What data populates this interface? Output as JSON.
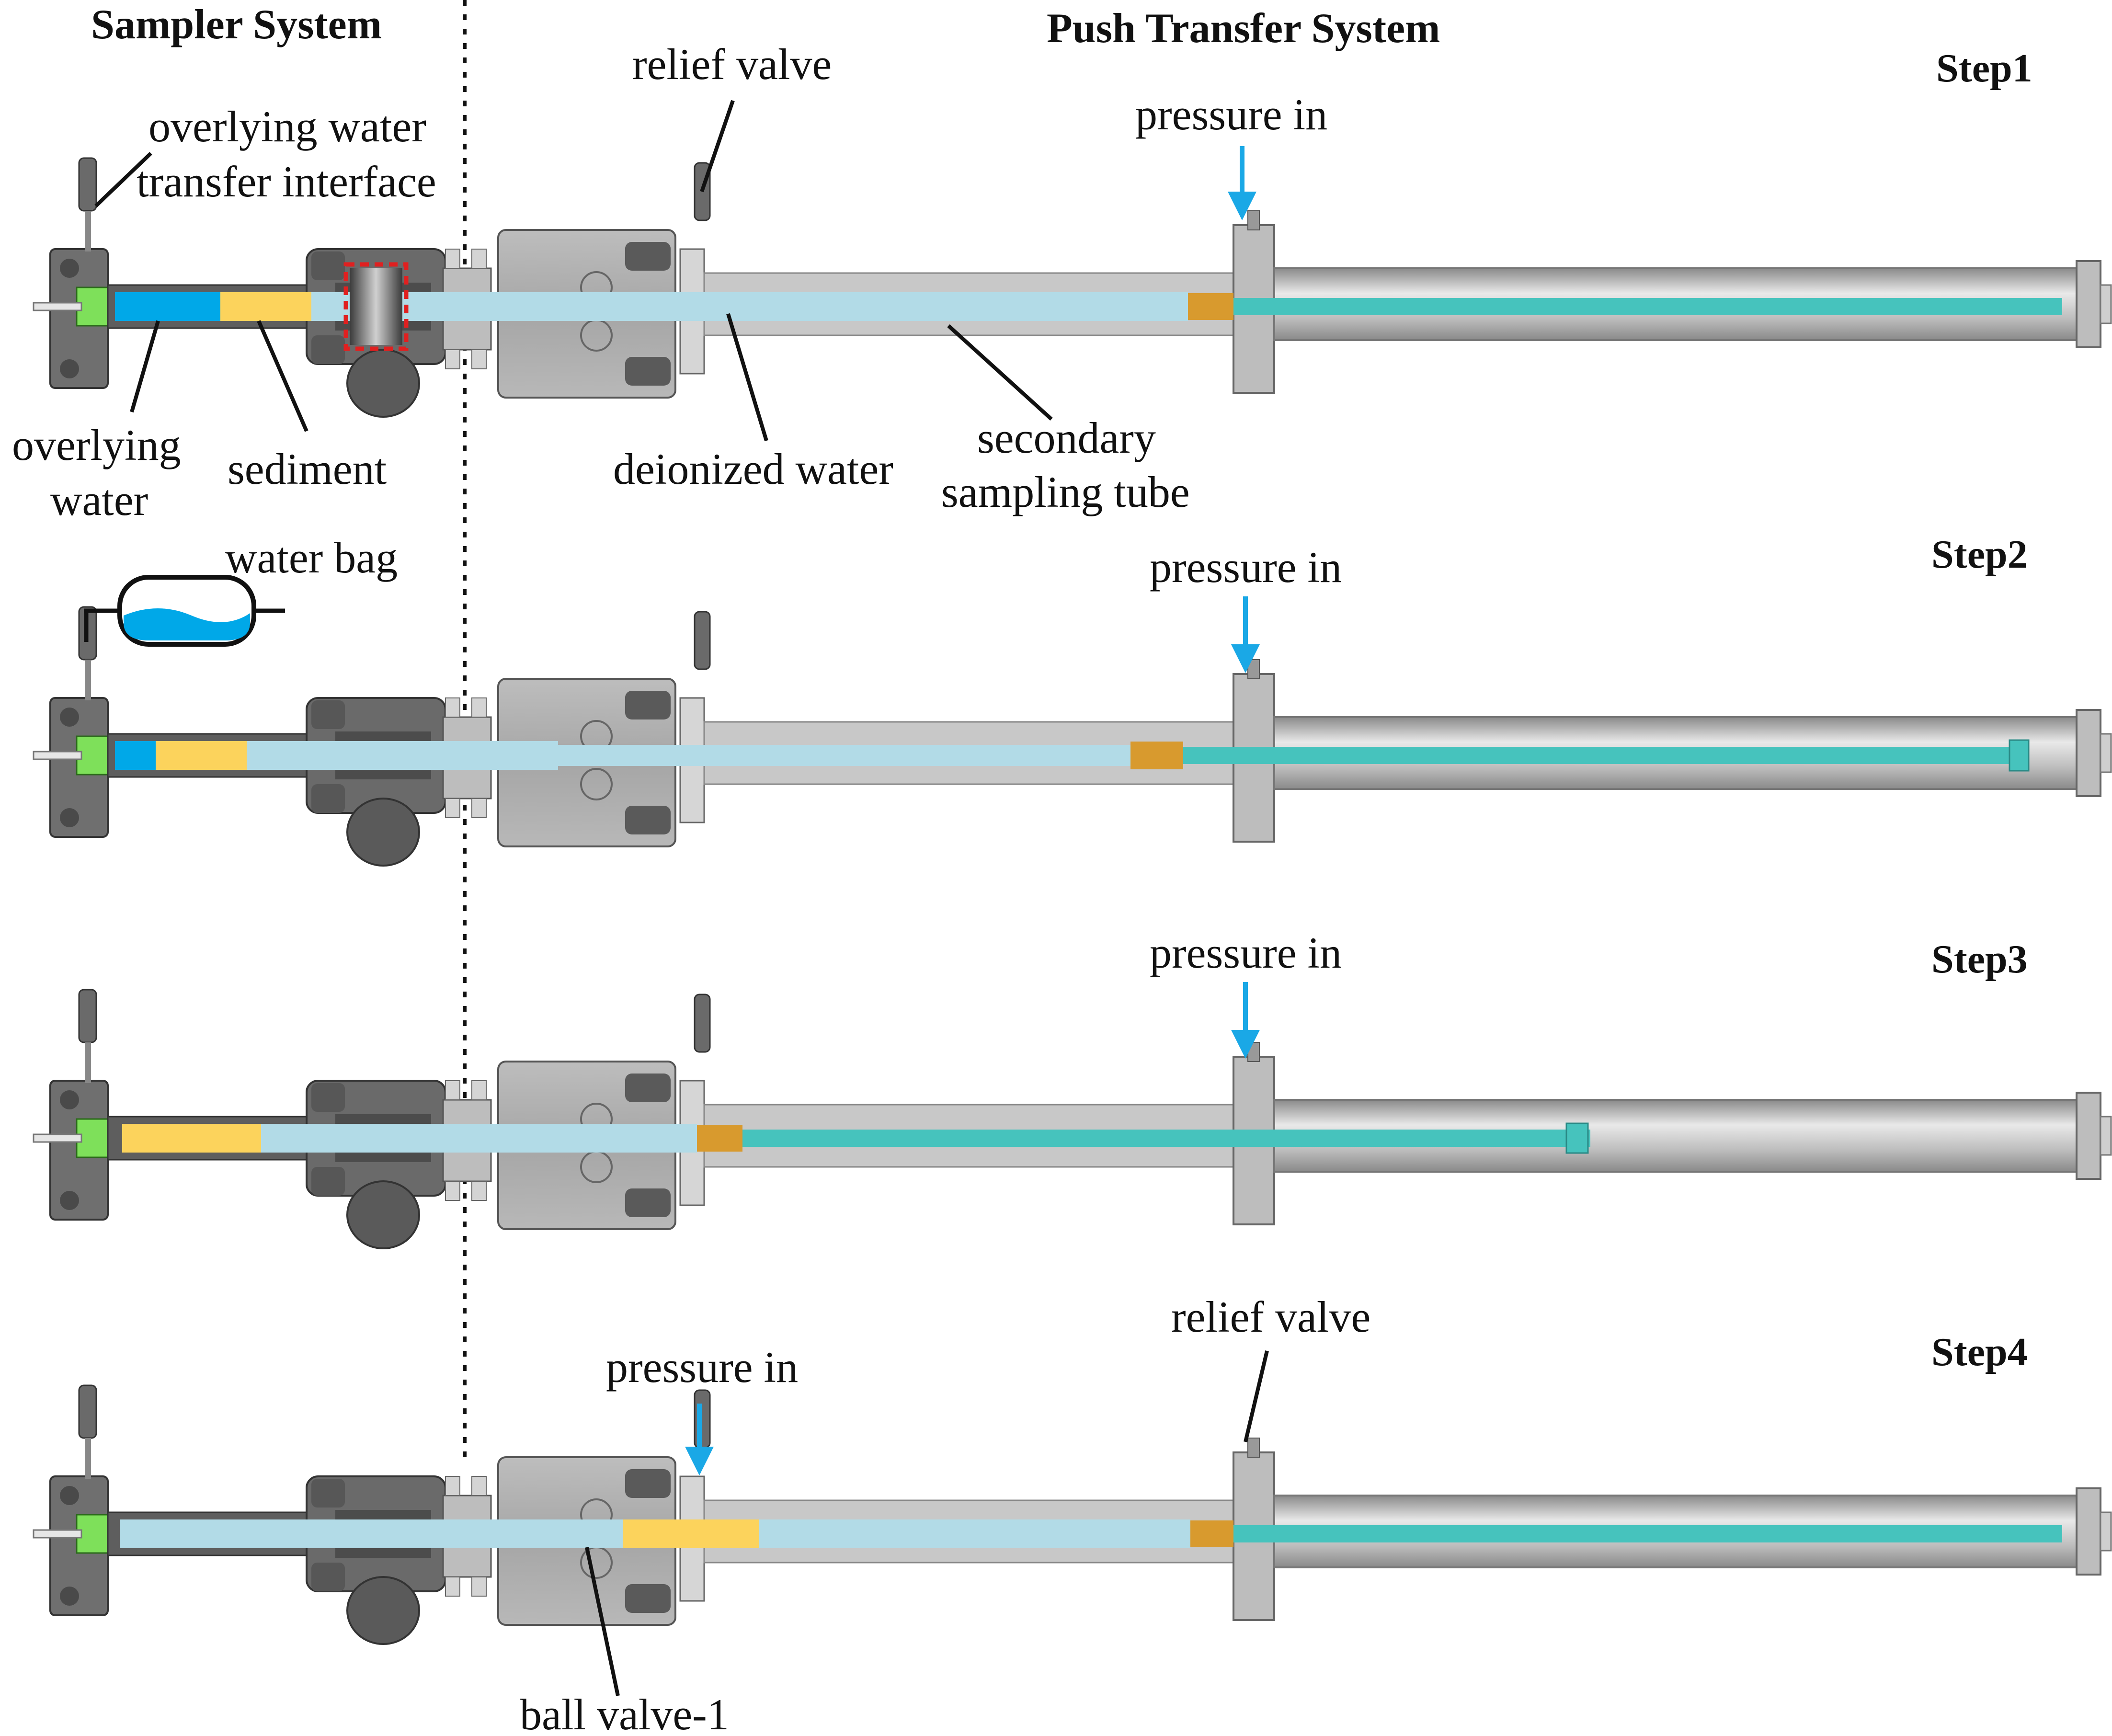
{
  "headers": {
    "sampler_system": "Sampler System",
    "push_transfer_system": "Push Transfer System"
  },
  "steps": [
    "Step1",
    "Step2",
    "Step3",
    "Step4"
  ],
  "labels": {
    "relief_valve_top": "relief valve",
    "overlying_water_interface_line1": "overlying water",
    "overlying_water_interface_line2": "transfer interface",
    "pressure_in_1": "pressure in",
    "pressure_in_2": "pressure in",
    "pressure_in_3": "pressure in",
    "pressure_in_4": "pressure in",
    "overlying_water_line1": "overlying",
    "overlying_water_line2": "water",
    "sediment": "sediment",
    "deionized_water": "deionized water",
    "secondary_tube_line1": "secondary",
    "secondary_tube_line2": "sampling tube",
    "water_bag": "water bag",
    "relief_valve_step4": "relief valve",
    "ball_valve_1": "ball valve-1"
  },
  "colors": {
    "overlying_water": "#00a8e8",
    "sediment": "#fcd35c",
    "deionized_water": "#b2dbe7",
    "piston_teal": "#46c3bd",
    "seal_green": "#7ee05a",
    "seal_orange": "#d89a2e",
    "metal_light": "#c8c8c8",
    "metal_dark": "#7d7d7d",
    "arrow_blue": "#1aa8e6",
    "highlight_red": "#e02020"
  }
}
